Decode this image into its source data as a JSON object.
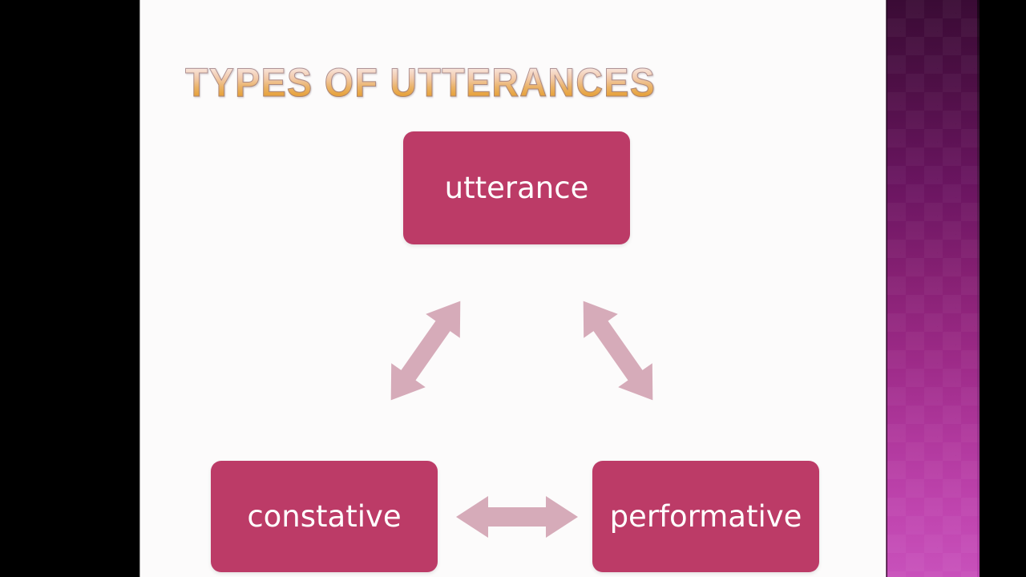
{
  "slide": {
    "title": "TYPES OF UTTERANCES",
    "title_gradient_top": "#fdf4ef",
    "title_gradient_bottom": "#e7a23c",
    "background": "#fcfbfb",
    "node_color": "#bc3b67",
    "node_text_color": "#ffffff",
    "arrow_color": "#d6abb9",
    "letterbox_color": "#000000",
    "side_panel_top_color": "#3a0b35",
    "side_panel_bottom_color": "#c851bb"
  },
  "diagram": {
    "type": "hierarchy",
    "nodes": [
      {
        "id": "utterance",
        "label": "utterance"
      },
      {
        "id": "constative",
        "label": "constative"
      },
      {
        "id": "performative",
        "label": "performative"
      }
    ],
    "connectors": [
      {
        "id": "utterance-constative",
        "from": "utterance",
        "to": "constative",
        "style": "double-headed-diagonal"
      },
      {
        "id": "utterance-performative",
        "from": "utterance",
        "to": "performative",
        "style": "double-headed-diagonal"
      },
      {
        "id": "constative-performative",
        "from": "constative",
        "to": "performative",
        "style": "double-headed-horizontal"
      }
    ]
  }
}
